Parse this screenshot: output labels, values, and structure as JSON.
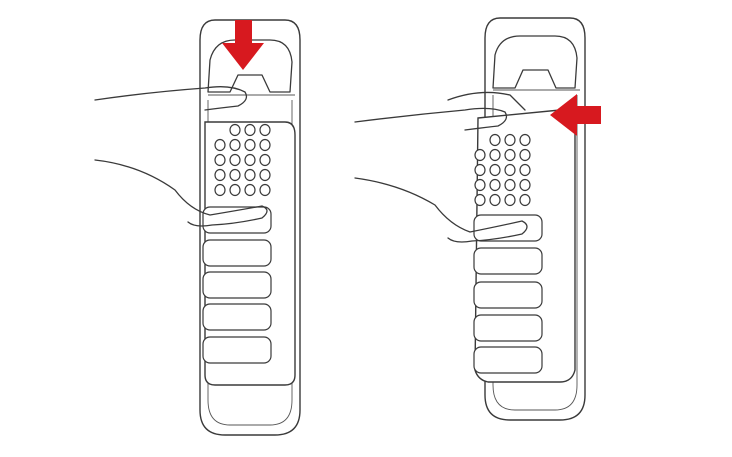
{
  "illustrations": [
    {
      "step": "press-down",
      "arrow_direction": "down"
    },
    {
      "step": "push-in",
      "arrow_direction": "left"
    }
  ],
  "colors": {
    "arrow": "#d7191f",
    "line": "#3a3a3a",
    "background": "#ffffff"
  }
}
